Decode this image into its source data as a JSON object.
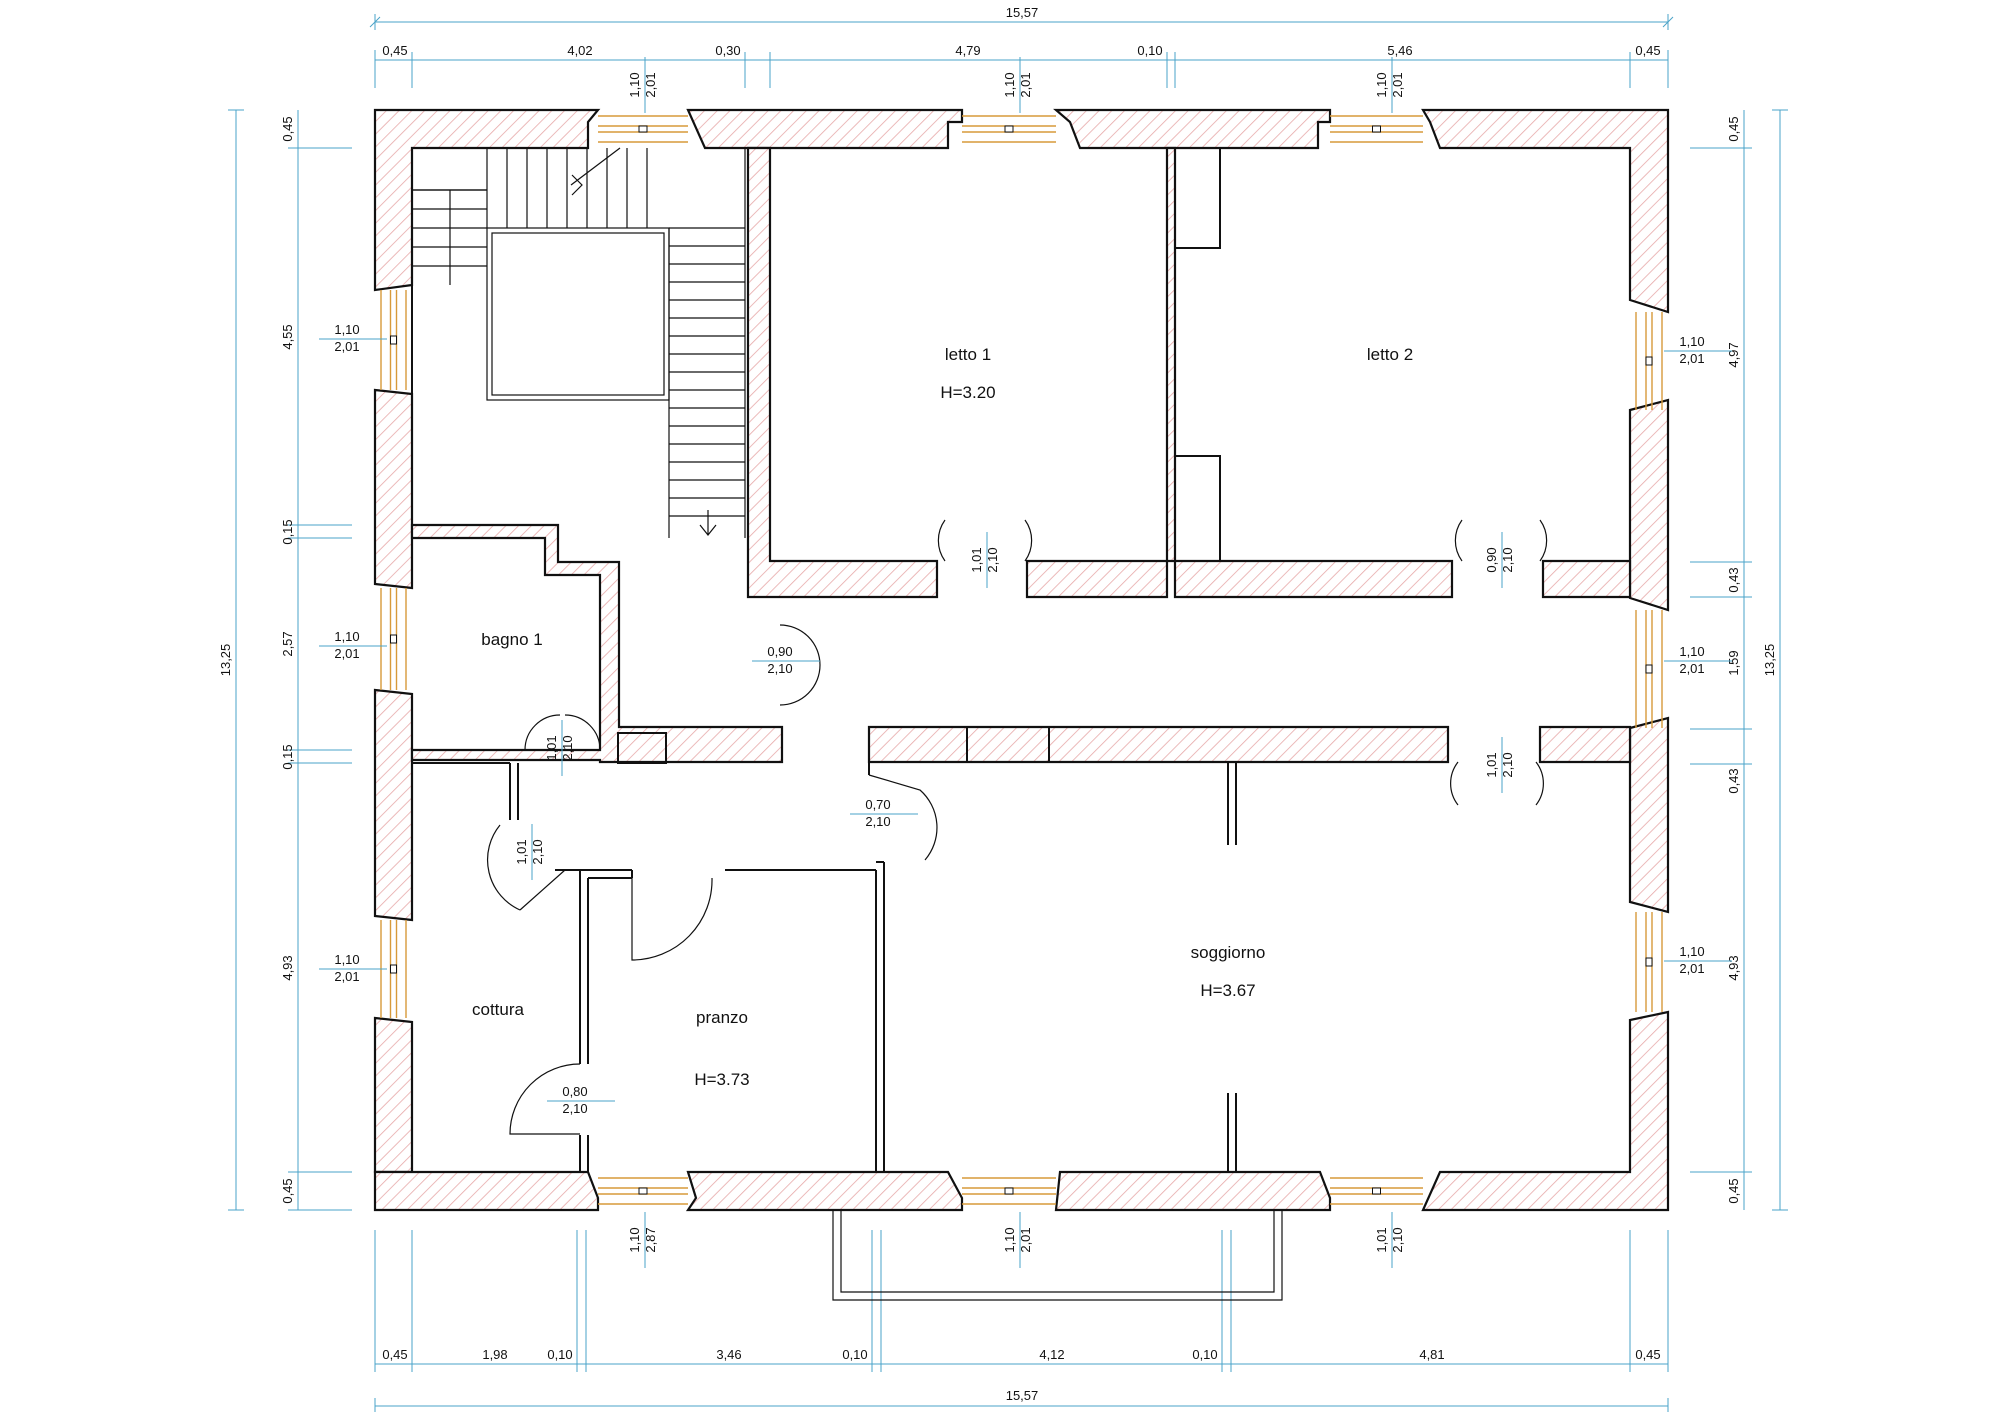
{
  "dims": {
    "top_total": "15,57",
    "top_segments": [
      "0,45",
      "4,02",
      "0,30",
      "4,79",
      "0,10",
      "5,46",
      "0,45"
    ],
    "bottom_total": "15,57",
    "bottom_segments": [
      "0,45",
      "1,98",
      "0,10",
      "3,46",
      "0,10",
      "4,12",
      "0,10",
      "4,81",
      "0,45"
    ],
    "left_total": "13,25",
    "left_segments": [
      "0,45",
      "4,55",
      "0,15",
      "2,57",
      "0,15",
      "4,93",
      "0,45"
    ],
    "right_total": "13,25",
    "right_segments": [
      "0,45",
      "4,97",
      "0,43",
      "1,59",
      "0,43",
      "4,93",
      "0,45"
    ]
  },
  "rooms": {
    "letto1": "letto 1",
    "letto1_h": "H=3.20",
    "letto2": "letto 2",
    "bagno1": "bagno 1",
    "cottura": "cottura",
    "pranzo": "pranzo",
    "pranzo_h": "H=3.73",
    "soggiorno": "soggiorno",
    "soggiorno_h": "H=3.67"
  },
  "openings": [
    {
      "w": "1,10",
      "h": "2,01"
    },
    {
      "w": "1,10",
      "h": "2,01"
    },
    {
      "w": "1,10",
      "h": "2,01"
    },
    {
      "w": "1,10",
      "h": "2,01"
    },
    {
      "w": "1,10",
      "h": "2,01"
    },
    {
      "w": "1,10",
      "h": "2,01"
    },
    {
      "w": "1,10",
      "h": "2,01"
    },
    {
      "w": "1,10",
      "h": "2,01"
    },
    {
      "w": "1,10",
      "h": "2,01"
    },
    {
      "w": "1,10",
      "h": "2,87"
    },
    {
      "w": "1,10",
      "h": "2,01"
    },
    {
      "w": "1,01",
      "h": "2,10"
    },
    {
      "w": "1,01",
      "h": "2,10"
    },
    {
      "w": "0,90",
      "h": "2,10"
    },
    {
      "w": "0,90",
      "h": "2,10"
    },
    {
      "w": "1,01",
      "h": "2,10"
    },
    {
      "w": "1,01",
      "h": "2,10"
    },
    {
      "w": "0,70",
      "h": "2,10"
    },
    {
      "w": "1,01",
      "h": "2,10"
    },
    {
      "w": "0,80",
      "h": "2,10"
    }
  ]
}
